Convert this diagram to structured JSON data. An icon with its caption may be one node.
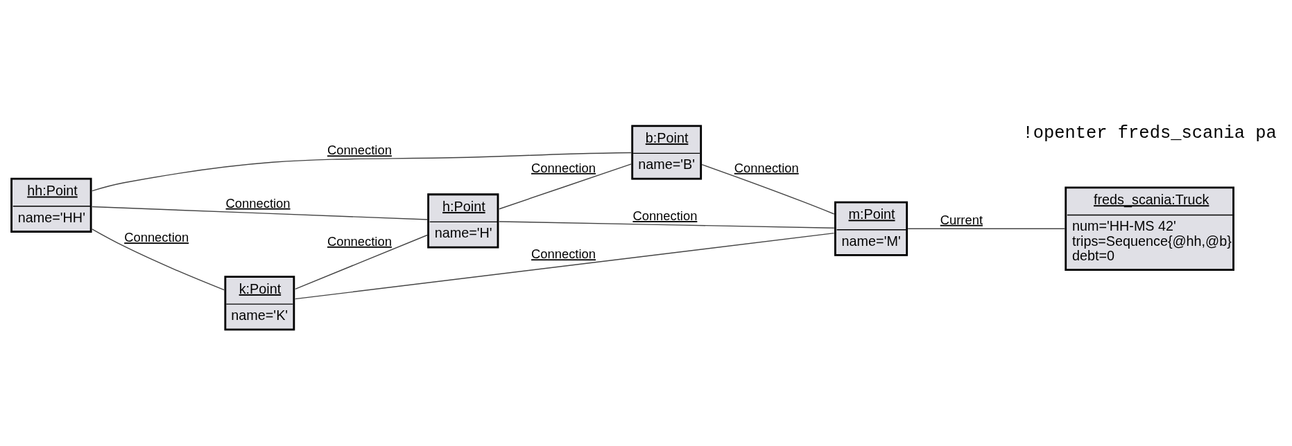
{
  "diagram": {
    "nodes": [
      {
        "text": [
          "hh:Point",
          "name='HH'"
        ]
      },
      {
        "text": [
          "b:Point",
          "name='B'"
        ]
      },
      {
        "text": [
          "h:Point",
          "name='H'"
        ]
      },
      {
        "text": [
          "k:Point",
          "name='K'"
        ]
      },
      {
        "text": [
          "m:Point",
          "name='M'"
        ]
      },
      {
        "text": [
          "freds_scania:Truck",
          "num='HH-MS 42'",
          "trips=Sequence{@hh,@b}",
          "debt=0"
        ]
      }
    ],
    "edges": [
      {
        "from": 0,
        "to": 3,
        "arrow": "none",
        "label": "Connection"
      },
      {
        "from": 0,
        "to": 2,
        "arrow": "none",
        "label": "Connection"
      },
      {
        "from": 0,
        "to": 1,
        "arrow": "none",
        "label": "Connection"
      },
      {
        "from": 2,
        "to": 1,
        "arrow": "none",
        "label": "Connection"
      },
      {
        "from": 3,
        "to": 2,
        "arrow": "none",
        "label": "Connection"
      },
      {
        "from": 3,
        "to": 4,
        "arrow": "none",
        "label": "Connection"
      },
      {
        "from": 2,
        "to": 4,
        "arrow": "none",
        "label": "Connection"
      },
      {
        "from": 1,
        "to": 4,
        "arrow": "none",
        "label": "Connection"
      },
      {
        "from": 4,
        "to": 5,
        "arrow": "none",
        "label": "Current"
      }
    ],
    "labels": [
      "!openter freds_scania pa"
    ]
  }
}
